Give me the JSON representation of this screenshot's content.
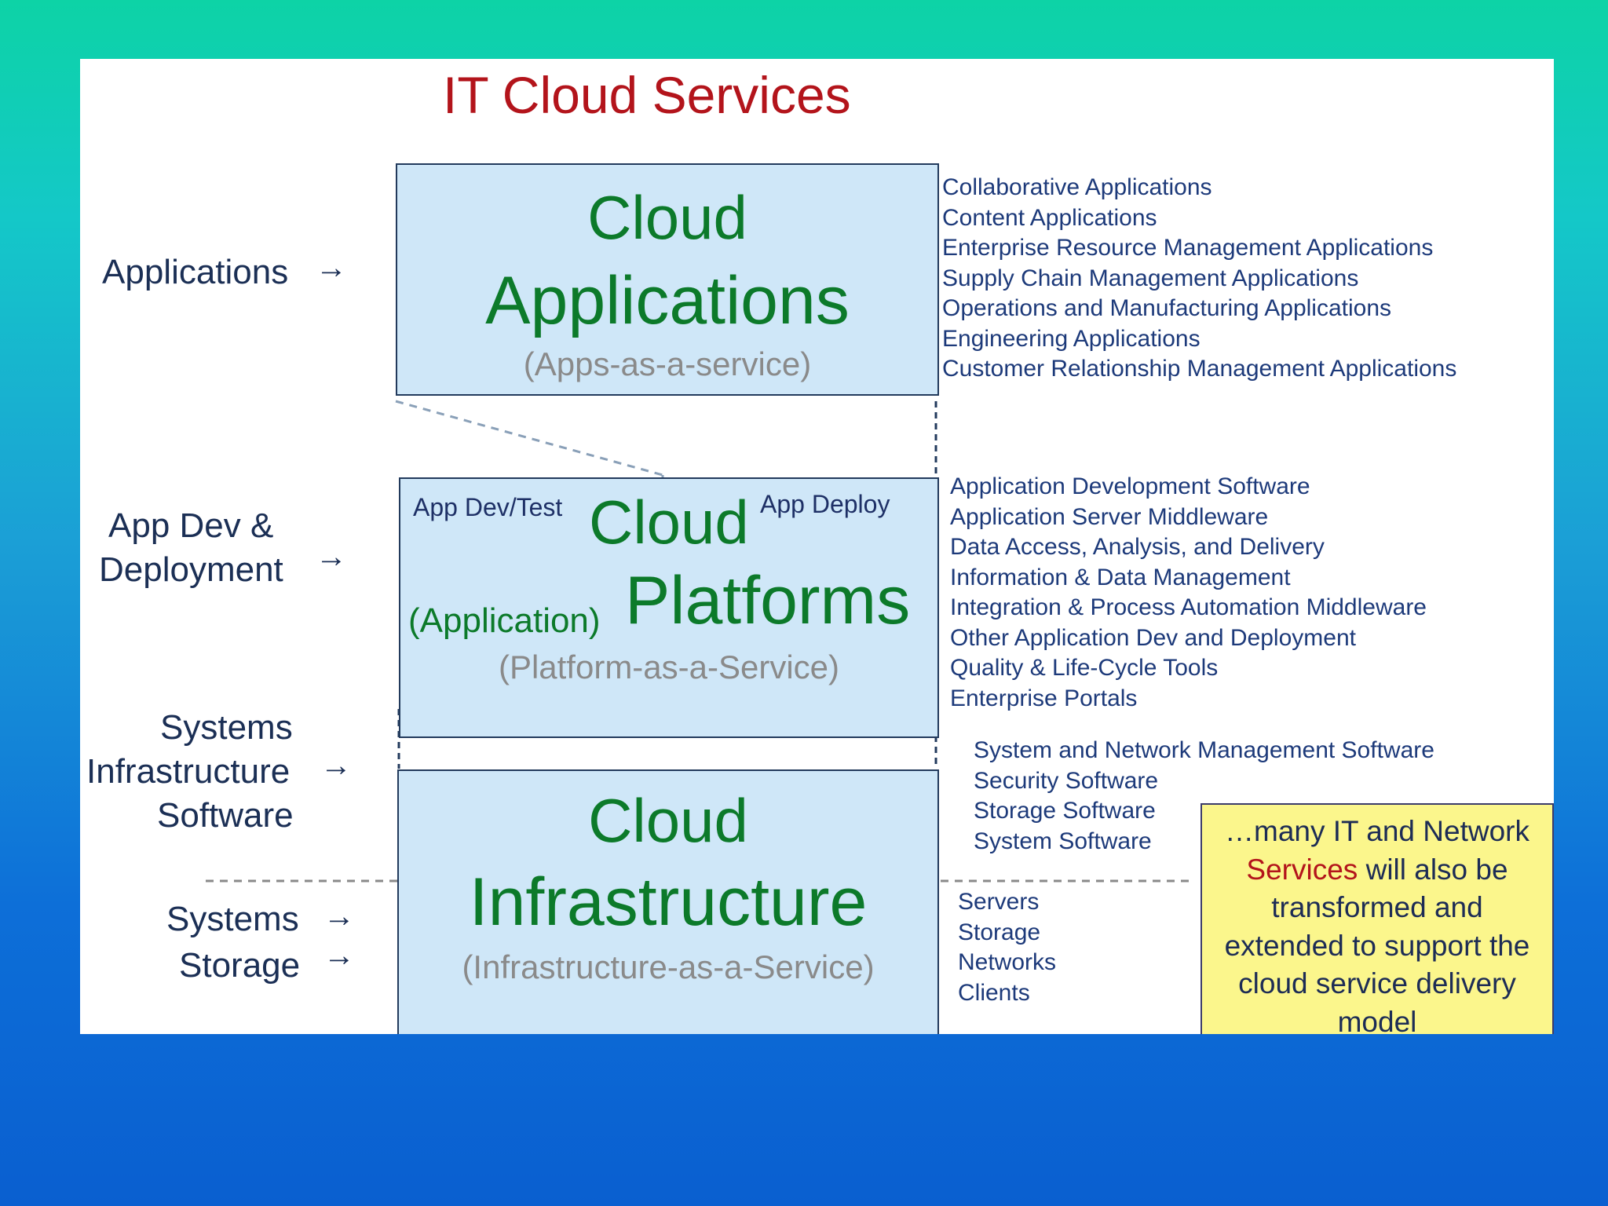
{
  "title": "IT Cloud Services",
  "left_labels": {
    "applications": "Applications",
    "app_dev_1": "App Dev &",
    "app_dev_2": "Deployment",
    "sys_infra_1": "Systems",
    "sys_infra_2": "Infrastructure",
    "sys_infra_3": "Software",
    "systems": "Systems",
    "storage": "Storage",
    "arrow_glyph": "→"
  },
  "boxes": {
    "applications": {
      "line1": "Cloud",
      "line2": "Applications",
      "sub": "(Apps-as-a-service)"
    },
    "platforms": {
      "line1": "Cloud",
      "line2": "Platforms",
      "sub": "(Platform-as-a-Service)",
      "dev_test": "App Dev/Test",
      "deploy": "App Deploy",
      "application": "(Application)"
    },
    "infrastructure": {
      "line1": "Cloud",
      "line2": "Infrastructure",
      "sub": "(Infrastructure-as-a-Service)"
    }
  },
  "lists": {
    "applications": [
      "Collaborative Applications",
      "Content Applications",
      "Enterprise Resource Management Applications",
      "Supply Chain Management Applications",
      "Operations and Manufacturing Applications",
      "Engineering Applications",
      "Customer Relationship Management Applications"
    ],
    "platforms": [
      "Application Development Software",
      "Application Server Middleware",
      "Data Access, Analysis, and Delivery",
      "Information & Data Management",
      "Integration & Process Automation Middleware",
      "Other Application Dev and Deployment",
      "Quality & Life-Cycle Tools",
      "Enterprise Portals"
    ],
    "infra_software": [
      "System and Network Management Software",
      "Security Software",
      "Storage Software",
      "System Software"
    ],
    "systems": [
      "Servers",
      "Storage",
      "Networks",
      "Clients"
    ]
  },
  "note": {
    "line1": "…many IT and Network",
    "line2_red": "Services",
    "line2_rest": " will also be",
    "line3": "transformed and",
    "line4": "extended to support the",
    "line5": "cloud service delivery",
    "line6": "model"
  },
  "colors": {
    "title": "#b3141b",
    "box_fill": "#cfe7f8",
    "box_text": "#0c7a2a",
    "list_text": "#1d3a7a",
    "note_fill": "#fbf68c"
  }
}
